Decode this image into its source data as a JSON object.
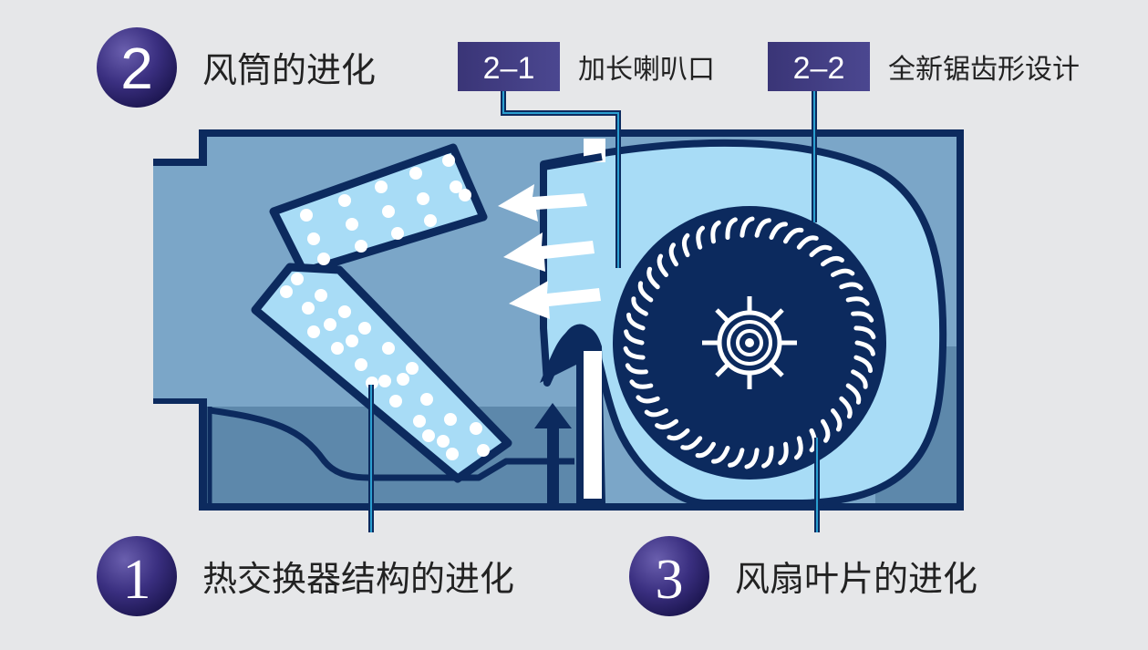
{
  "colors": {
    "background": "#e6e7e9",
    "navy": "#0c2a5e",
    "housing": "#7ba6c8",
    "housing_dark": "#5d88ab",
    "fan_scroll": "#a8dcf6",
    "label_box": "#3f3a7a",
    "leader_line": "#2a9fd0"
  },
  "titles": {
    "section2": {
      "number": "2",
      "text": "风筒的进化"
    },
    "section1": {
      "number": "1",
      "text": "热交换器结构的进化"
    },
    "section3": {
      "number": "3",
      "text": "风扇叶片的进化"
    }
  },
  "sub_labels": [
    {
      "code": "2–1",
      "text": "加长喇叭口"
    },
    {
      "code": "2–2",
      "text": "全新锯齿形设计"
    }
  ]
}
